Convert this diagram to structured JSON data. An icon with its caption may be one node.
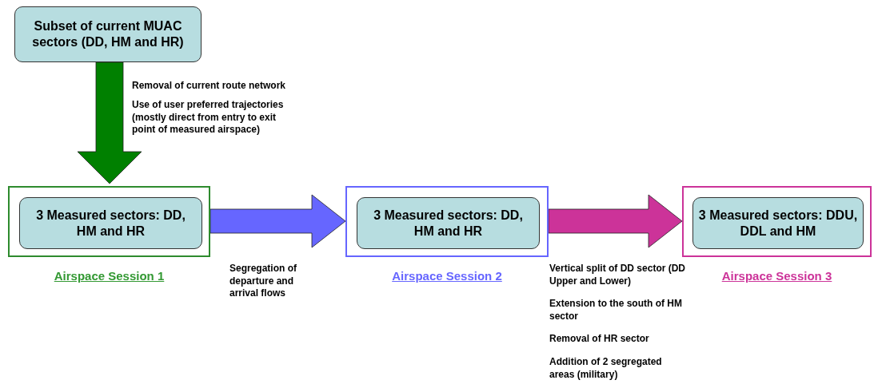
{
  "diagram": {
    "nodes": [
      {
        "text": [
          "Subset of current MUAC sectors (DD, HM and HR)"
        ]
      },
      {
        "text": [],
        "shape": "box",
        "beside": [
          "Airspace Session 1"
        ]
      },
      {
        "text": [
          "3 Measured sectors: DD, HM and HR"
        ],
        "in": 1
      },
      {
        "text": [],
        "shape": "box",
        "beside": [
          "Airspace Session 2"
        ]
      },
      {
        "text": [
          "3 Measured sectors: DD, HM and HR"
        ],
        "in": 3
      },
      {
        "text": [],
        "shape": "box",
        "beside": [
          "Airspace Session 3"
        ]
      },
      {
        "text": [
          "3 Measured sectors: DDU, DDL and HM"
        ],
        "in": 5
      }
    ],
    "edges": [
      {
        "from": 0,
        "to": 1,
        "arrow": "to",
        "style": "thick",
        "color": "#008000"
      },
      {
        "from": 1,
        "to": 3,
        "arrow": "to",
        "style": "thick",
        "color": "#6666ff"
      },
      {
        "from": 3,
        "to": 5,
        "arrow": "to",
        "style": "thick",
        "color": "#cc3399"
      }
    ],
    "labels": [
      "Removal of current route network",
      "Use of user preferred trajectories (mostly direct from entry to exit point of measured airspace)",
      "Segregation of departure and arrival flows",
      "Vertical split of DD sector (DD Upper and Lower)",
      "Extension to the south of HM sector",
      "Removal of HR sector",
      "Addition of 2 segregated areas (military)"
    ]
  }
}
